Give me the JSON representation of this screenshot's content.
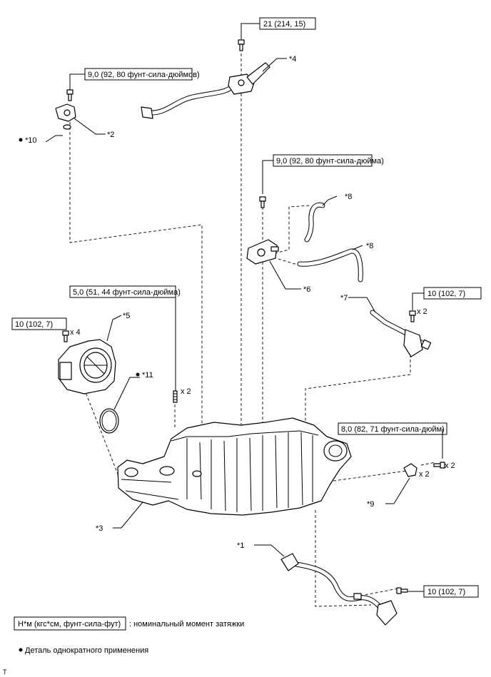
{
  "torque_specs": {
    "t21": "21 (214, 15)",
    "t9_top": "9,0 (92, 80 фунт-сила-дюймов)",
    "t9_mid": "9,0 (92, 80 фунт-сила-дюйма)",
    "t5": "5,0 (51, 44 фунт-сила-дюйма)",
    "t10_left": "10 (102, 7)",
    "t10_right": "10 (102, 7)",
    "t8": "8,0 (82, 71 фунт-сила-дюйм)",
    "t10_bottom": "10 (102, 7)"
  },
  "callouts": {
    "c1": "*1",
    "c2": "*2",
    "c3": "*3",
    "c4": "*4",
    "c5": "*5",
    "c6": "*6",
    "c7": "*7",
    "c8a": "*8",
    "c8b": "*8",
    "c9": "*9",
    "c10": "*10",
    "c11": "*11"
  },
  "quantities": {
    "q_sensor": "x 2",
    "q_stud": "x 2",
    "q_throttle": "x 4",
    "q_bolt_right": "x 2",
    "q_clip": "x 2"
  },
  "legend": {
    "unit_box": "Н*м (кгс*см, фунт-сила-фут)",
    "unit_desc": ": номинальный момент затяжки",
    "bullet_text": "Деталь однократного применения"
  },
  "corner_mark": "T"
}
